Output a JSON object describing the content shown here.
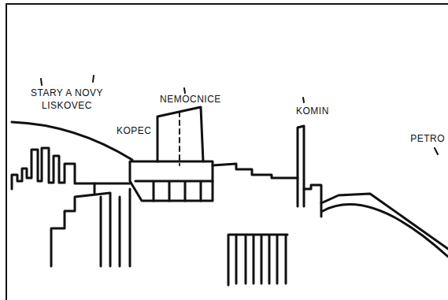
{
  "diagram": {
    "labels": [
      "STARY A NOVY LISKOVEC",
      "KOPEC",
      "NEMOCNICE",
      "KOMIN",
      "PETRO"
    ]
  }
}
